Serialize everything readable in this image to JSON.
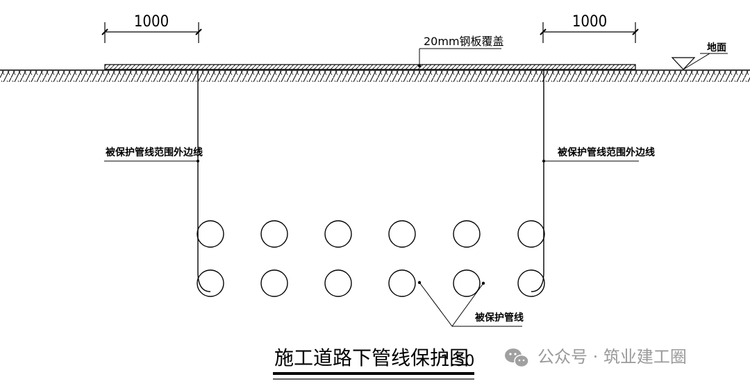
{
  "dimensions": {
    "left": "1000",
    "right": "1000"
  },
  "labels": {
    "steel_plate": "20mm钢板覆盖",
    "ground": "地面",
    "boundary_left": "被保护管线范围外边线",
    "boundary_right": "被保护管线范围外边线",
    "pipes": "被保护管线"
  },
  "title": {
    "text": "施工道路下管线保护图",
    "scale": "1:50"
  },
  "watermark": {
    "text": "公众号 · 筑业建工圈",
    "icon": "wechat-icon"
  },
  "pipes": {
    "rows": 2,
    "columns": 6
  }
}
